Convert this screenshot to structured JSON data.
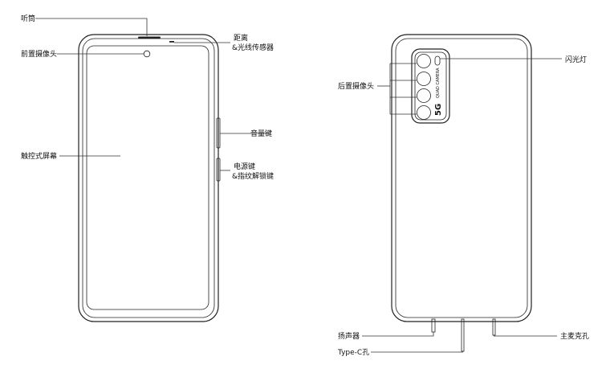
{
  "front_labels": {
    "earpiece": "听筒",
    "front_camera": "前置摄像头",
    "proximity_line1": "距离",
    "proximity_line2": "&光线传感器",
    "volume_key": "音量键",
    "power_line1": "电源键",
    "power_line2": "&指纹解锁键",
    "touchscreen": "触控式屏幕"
  },
  "back_labels": {
    "rear_camera": "后置摄像头",
    "flash": "闪光灯",
    "speaker": "扬声器",
    "type_c": "Type-C孔",
    "main_mic": "主麦克孔"
  },
  "camera_module": {
    "text": "QUAD CAMERA",
    "badge": "5G"
  }
}
